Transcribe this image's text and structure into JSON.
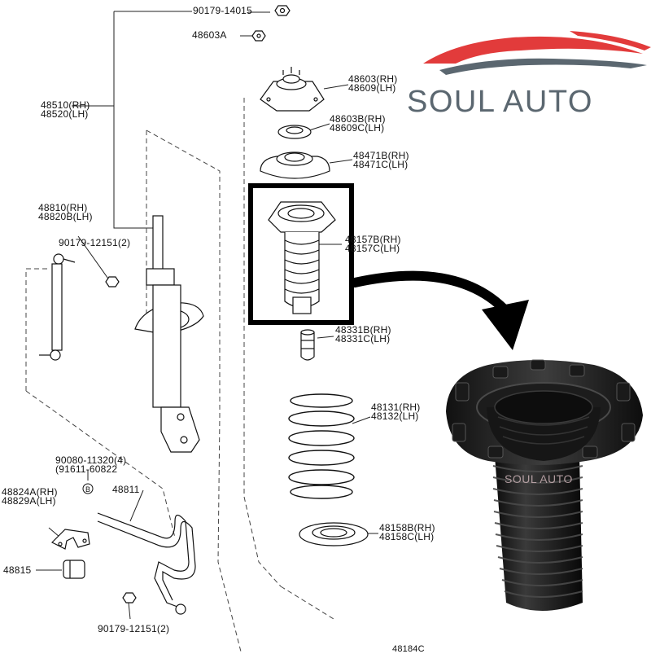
{
  "brand": {
    "name": "SOUL AUTO",
    "watermark": "SOUL AUTO",
    "accent_color": "#e23b3b",
    "text_color": "#5b6770"
  },
  "parts": {
    "nut_top": "90179-14015",
    "nut_b": "48603A",
    "strut_assy": "48510(RH)\n48520(LH)",
    "support_mount": "48603(RH)\n48609(LH)",
    "bearing": "48603B(RH)\n48609C(LH)",
    "upper_seat": "48471B(RH)\n48471C(LH)",
    "dust_boot": "48157B(RH)\n48157C(LH)",
    "bump_stopper": "48331B(RH)\n48331C(LH)",
    "stabilizer_link": "48810(RH)\n48820B(LH)",
    "link_nut": "90179-12151(2)",
    "coil_spring": "48131(RH)\n48132(LH)",
    "lower_insulator": "48158B(RH)\n48158C(LH)",
    "bolt_pair": "90080-11320(4)\n(91611-60822",
    "bracket": "48824A(RH)\n48829A(LH)",
    "stabilizer_bar": "48811",
    "bushing": "48815",
    "bottom_nut": "90179-12151(2)",
    "cut_label": "48184C"
  }
}
